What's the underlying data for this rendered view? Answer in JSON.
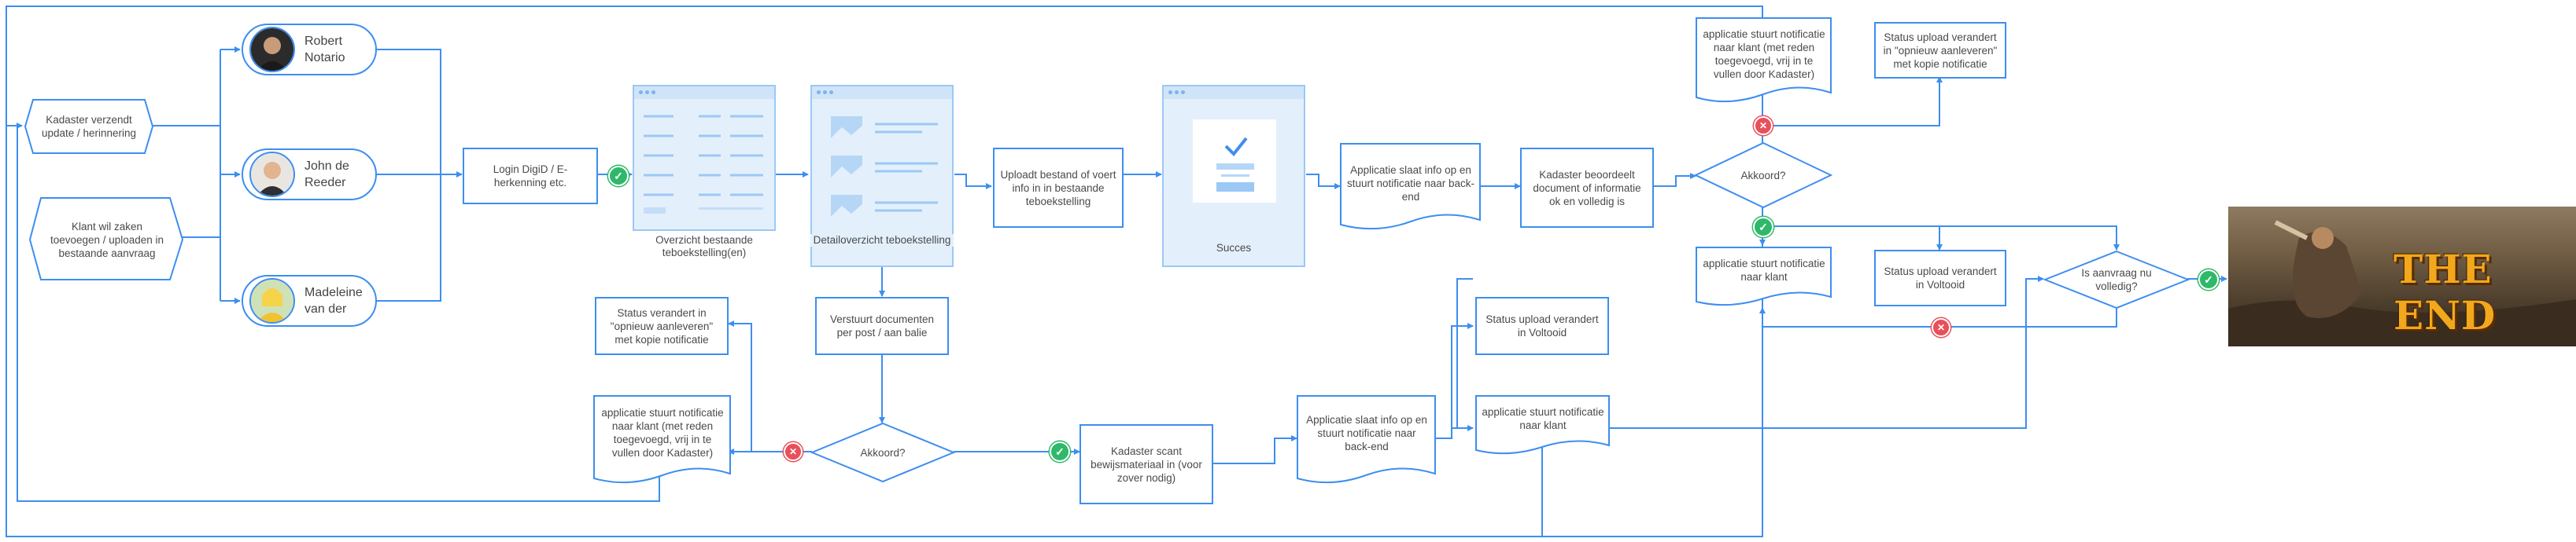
{
  "diagram": {
    "nodes": {
      "kadaster_verzendt": "Kadaster verzendt update / herinnering",
      "klant_wil": "Klant wil zaken toevoegen / uploaden in bestaande aanvraag",
      "robert": "Robert Notario",
      "john": "John de Reeder",
      "madeleine": "Madeleine van der",
      "login": "Login DigiD / E-herkenning etc.",
      "overzicht": "Overzicht bestaande teboekstelling(en)",
      "detail": "Detailoverzicht teboekstelling",
      "uploadt": "Uploadt bestand of voert info in in bestaande teboekstelling",
      "succes": "Succes",
      "slaat_op_top": "Applicatie slaat info op en stuurt notificatie naar back-end",
      "beoordeelt": "Kadaster beoordeelt document of informatie ok en volledig is",
      "akkoord_top": "Akkoord?",
      "notif_top_afgekeurd": "applicatie stuurt notificatie naar klant (met reden toegevoegd, vrij in te vullen door Kadaster)",
      "status_top_opnieuw": "Status upload verandert in \"opnieuw aanleveren\" met kopie notificatie",
      "notif_klant_right": "applicatie stuurt notificatie naar klant",
      "status_voltooid_right": "Status upload verandert in Voltooid",
      "is_aanvraag": "Is aanvraag nu volledig?",
      "verstuurt": "Verstuurt documenten per post / aan balie",
      "akkoord_bottom": "Akkoord?",
      "status_opnieuw_left": "Status verandert in \"opnieuw aanleveren\" met kopie notificatie",
      "notif_afgekeurd_left": "applicatie stuurt notificatie naar klant (met reden toegevoegd, vrij in te vullen door Kadaster)",
      "kadaster_scant": "Kadaster scant bewijsmateriaal in (voor zover nodig)",
      "slaat_op_bottom": "Applicatie slaat info op en stuurt notificatie naar back-end",
      "status_voltooid_bottom": "Status upload verandert in Voltooid",
      "notif_klant_bottom": "applicatie stuurt notificatie naar klant"
    },
    "end_image_text": "THE END",
    "colors": {
      "line": "#3d8ef0",
      "approve": "#2fb86a",
      "reject": "#e8505b",
      "screen_fill": "#e3f0fc"
    },
    "icons": [
      "check-icon",
      "cross-icon",
      "image-placeholder-icon",
      "checkmark-success-icon"
    ]
  }
}
